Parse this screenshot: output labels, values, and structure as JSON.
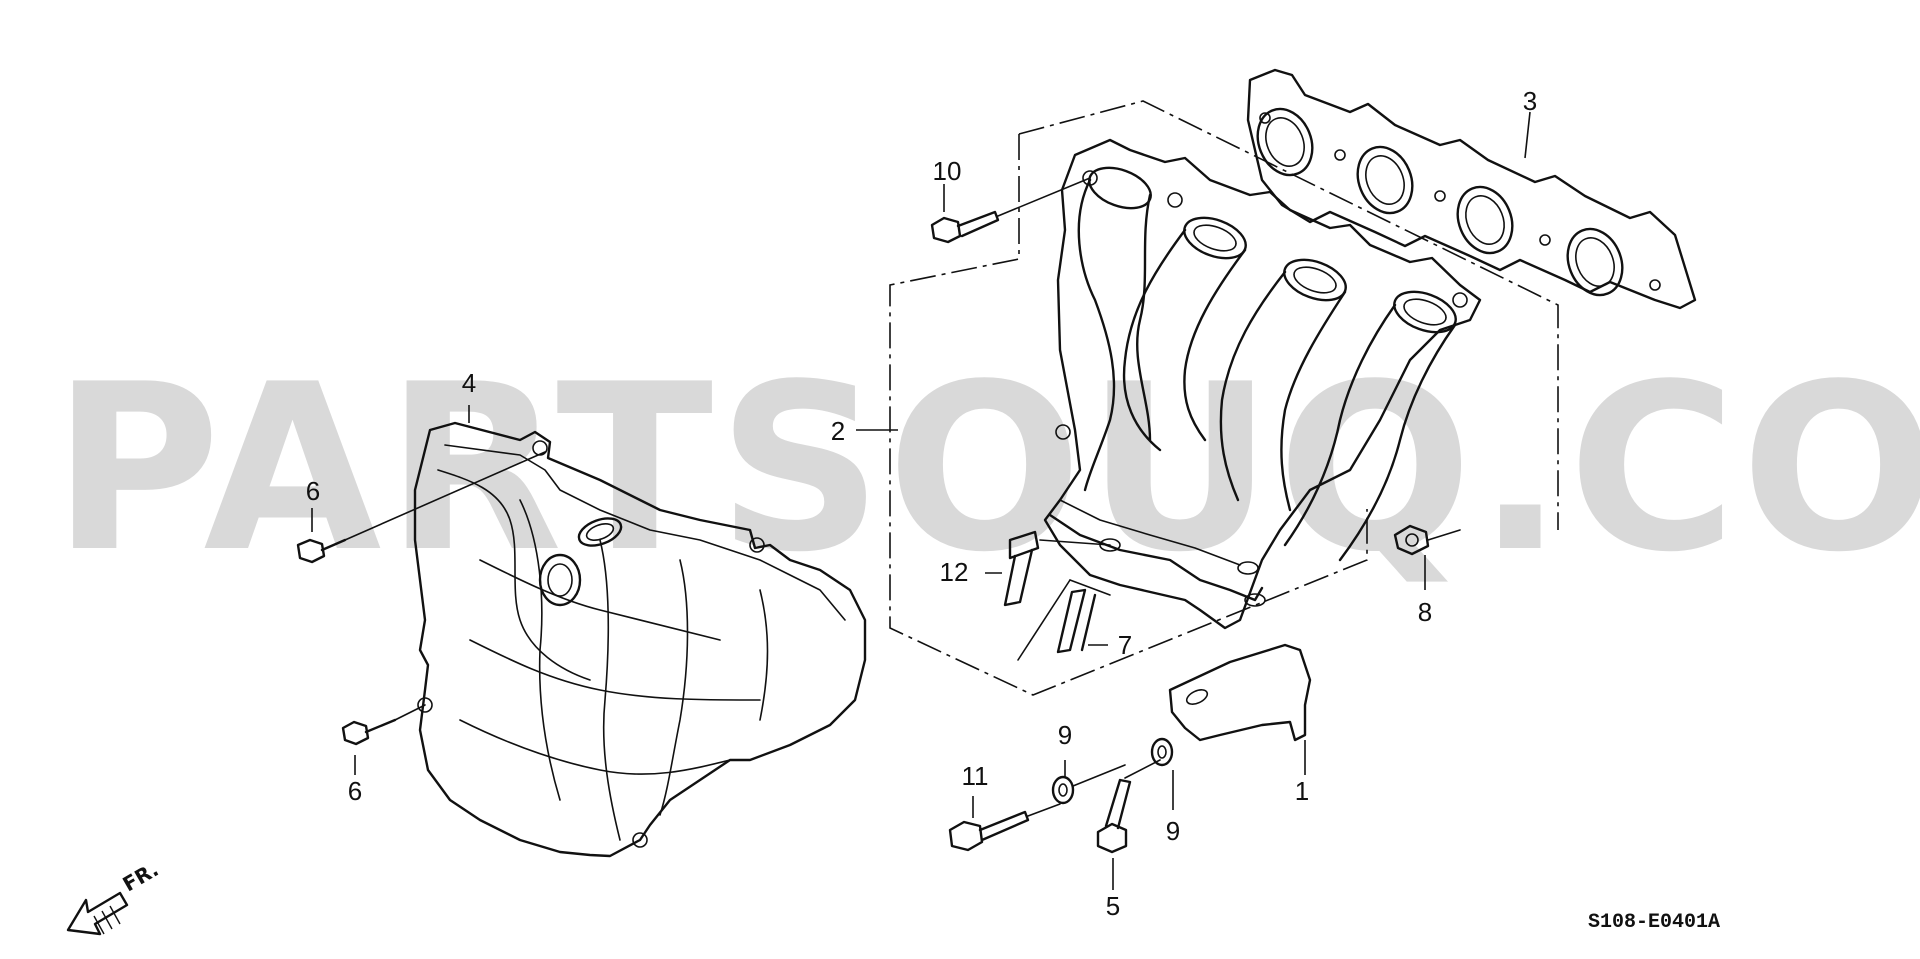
{
  "watermark": {
    "text": "PARTSOUQ.COM"
  },
  "diagram_code": "S108-E0401A",
  "direction_label": "FR.",
  "callouts": [
    {
      "id": "c1",
      "text": "1"
    },
    {
      "id": "c2",
      "text": "2"
    },
    {
      "id": "c3",
      "text": "3"
    },
    {
      "id": "c4",
      "text": "4"
    },
    {
      "id": "c5",
      "text": "5"
    },
    {
      "id": "c6a",
      "text": "6"
    },
    {
      "id": "c6b",
      "text": "6"
    },
    {
      "id": "c7",
      "text": "7"
    },
    {
      "id": "c8",
      "text": "8"
    },
    {
      "id": "c9a",
      "text": "9"
    },
    {
      "id": "c9b",
      "text": "9"
    },
    {
      "id": "c10",
      "text": "10"
    },
    {
      "id": "c11",
      "text": "11"
    },
    {
      "id": "c12",
      "text": "12"
    }
  ]
}
